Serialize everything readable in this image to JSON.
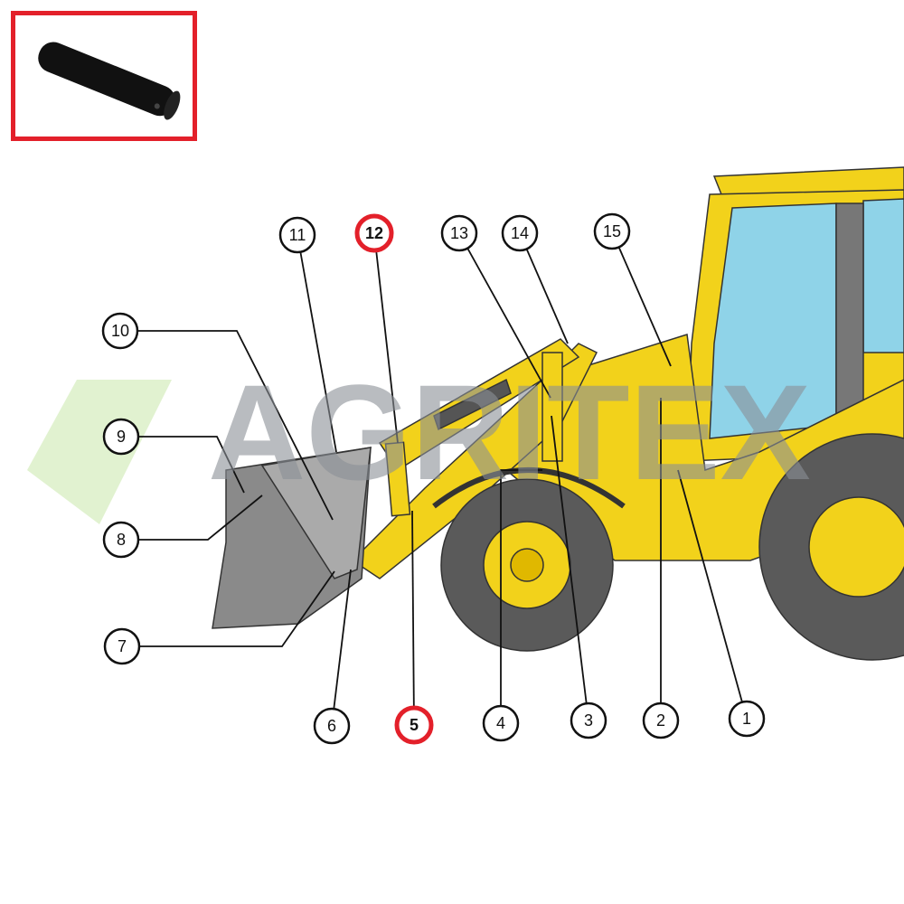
{
  "product_inset": {
    "image": "black-cylindrical-pin",
    "frame_color": "#e3202a"
  },
  "watermark": {
    "text": "AGRITEX"
  },
  "machine": {
    "image": "backhoe-loader-front-loader-side-view",
    "body_color": "#f2d21b"
  },
  "highlight_color": "#e3202a",
  "callouts": [
    {
      "label": "1",
      "highlighted": false
    },
    {
      "label": "2",
      "highlighted": false
    },
    {
      "label": "3",
      "highlighted": false
    },
    {
      "label": "4",
      "highlighted": false
    },
    {
      "label": "5",
      "highlighted": true
    },
    {
      "label": "6",
      "highlighted": false
    },
    {
      "label": "7",
      "highlighted": false
    },
    {
      "label": "8",
      "highlighted": false
    },
    {
      "label": "9",
      "highlighted": false
    },
    {
      "label": "10",
      "highlighted": false
    },
    {
      "label": "11",
      "highlighted": false
    },
    {
      "label": "12",
      "highlighted": true
    },
    {
      "label": "13",
      "highlighted": false
    },
    {
      "label": "14",
      "highlighted": false
    },
    {
      "label": "15",
      "highlighted": false
    }
  ]
}
